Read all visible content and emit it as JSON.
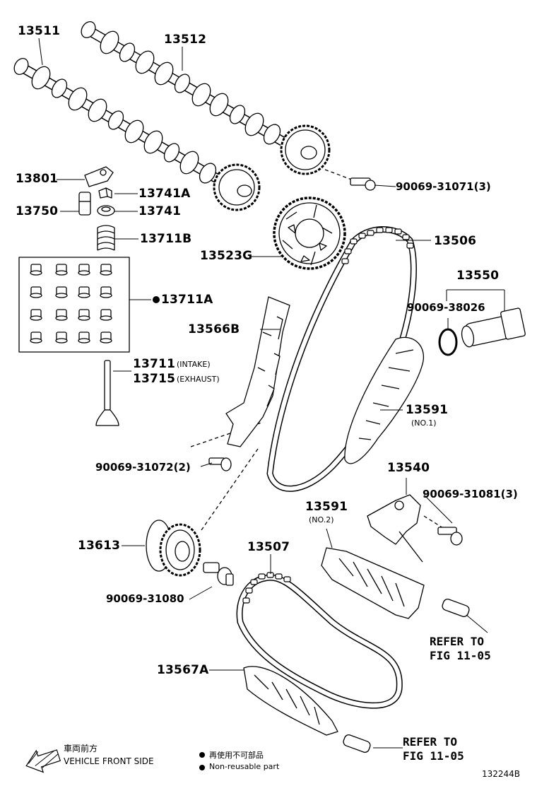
{
  "labels": {
    "p13511": "13511",
    "p13512": "13512",
    "p13801": "13801",
    "p13741A": "13741A",
    "p13750": "13750",
    "p13741": "13741",
    "p13711B": "13711B",
    "p13711A": "13711A",
    "p13711": "13711",
    "p13711_note": "(INTAKE)",
    "p13715": "13715",
    "p13715_note": "(EXHAUST)",
    "p90069_31071": "90069-31071(3)",
    "p13506": "13506",
    "p13523G": "13523G",
    "p13550": "13550",
    "p90069_38026": "90069-38026",
    "p13566B": "13566B",
    "p13591_1": "13591",
    "p13591_1_note": "(NO.1)",
    "p90069_31072": "90069-31072(2)",
    "p13540": "13540",
    "p90069_31081": "90069-31081(3)",
    "p13591_2": "13591",
    "p13591_2_note": "(NO.2)",
    "p13613": "13613",
    "p13507": "13507",
    "p90069_31080": "90069-31080",
    "refer1_line1": "REFER TO",
    "refer1_line2": "FIG 11-05",
    "p13567A": "13567A",
    "refer2_line1": "REFER TO",
    "refer2_line2": "FIG 11-05"
  },
  "footer": {
    "front_jp": "車両前方",
    "front_en": "VEHICLE FRONT SIDE",
    "nonreuse_jp": "再使用不可部品",
    "nonreuse_en": "Non-reusable part",
    "figure_id": "132244B"
  },
  "icons": {
    "front_arrow": "left-arrow-icon",
    "nonreuse_bullet": "black-dot-icon"
  }
}
